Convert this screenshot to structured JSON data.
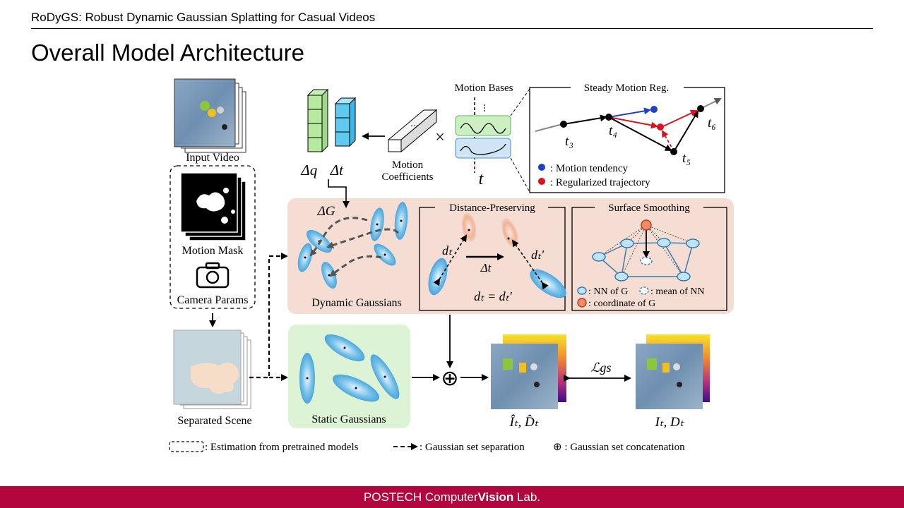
{
  "header": {
    "paper_title": "RoDyGS: Robust Dynamic Gaussian Splatting for Casual Videos"
  },
  "slide": {
    "title": "Overall Model Architecture"
  },
  "diagram": {
    "input_video": "Input Video",
    "motion_mask": "Motion Mask",
    "camera_params": "Camera Params",
    "separated_scene": "Separated Scene",
    "delta_q": "Δq⃗",
    "delta_t": "Δt⃗",
    "delta_g": "ΔG",
    "motion_coefficients_1": "Motion",
    "motion_coefficients_2": "Coefficients",
    "times": "×",
    "motion_bases": "Motion Bases",
    "t_axis": "t",
    "steady_motion": {
      "title": "Steady Motion Reg.",
      "t3": "t₃",
      "t4": "t₄",
      "t5": "t₅",
      "t6": "t₆",
      "legend_tendency": ": Motion tendency",
      "legend_regularized": ": Regularized trajectory"
    },
    "dynamic_gaussians": "Dynamic Gaussians",
    "distance_preserving": {
      "title": "Distance-Preserving",
      "dt": "dₜ",
      "dt_prime": "dₜ′",
      "delta_t": "Δt",
      "equation": "dₜ = dₜ′"
    },
    "surface_smoothing": {
      "title": "Surface Smoothing",
      "legend_nn": ": NN of G",
      "legend_mean": ": mean of NN",
      "legend_coord": ": coordinate of G"
    },
    "static_gaussians": "Static Gaussians",
    "concat_symbol": "⊕",
    "loss": "ℒgs",
    "rendered": "Îₜ, D̂ₜ",
    "ground_truth": "Iₜ, Dₜ",
    "legend": {
      "estimation": ": Estimation from pretrained models",
      "separation": ": Gaussian set separation",
      "concatenation": "⊕ : Gaussian set concatenation"
    }
  },
  "footer": {
    "prefix": "POSTECH Computer",
    "bold": "Vision",
    "suffix": " Lab."
  },
  "colors": {
    "footer_bg": "#b3063f",
    "dynamic_panel": "#f6ddd3",
    "static_panel": "#dcf3d6",
    "gaussian_blue": "#5fb1e0",
    "gaussian_orange": "#f0a88a",
    "red_traj": "#d8141c",
    "blue_tend": "#1f3fc4"
  }
}
